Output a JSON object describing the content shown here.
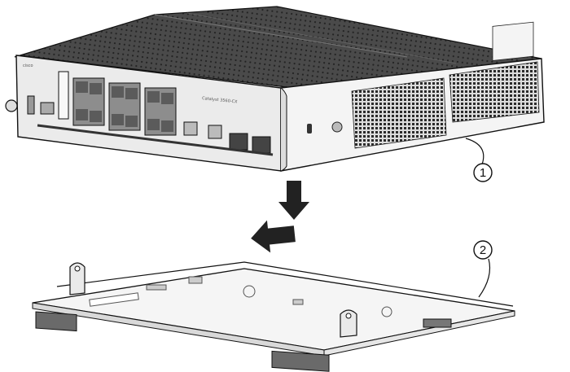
{
  "diagram": {
    "brand_label": "cisco",
    "model_label": "Catalyst 3560-CX",
    "callouts": [
      {
        "number": "1"
      },
      {
        "number": "2"
      }
    ],
    "colors": {
      "ink": "#1a1a1a",
      "chassis_top": "#3a3a3a",
      "chassis_front": "#e9e9e9",
      "tray": "#f2f2f2",
      "arrow": "#222222"
    }
  }
}
